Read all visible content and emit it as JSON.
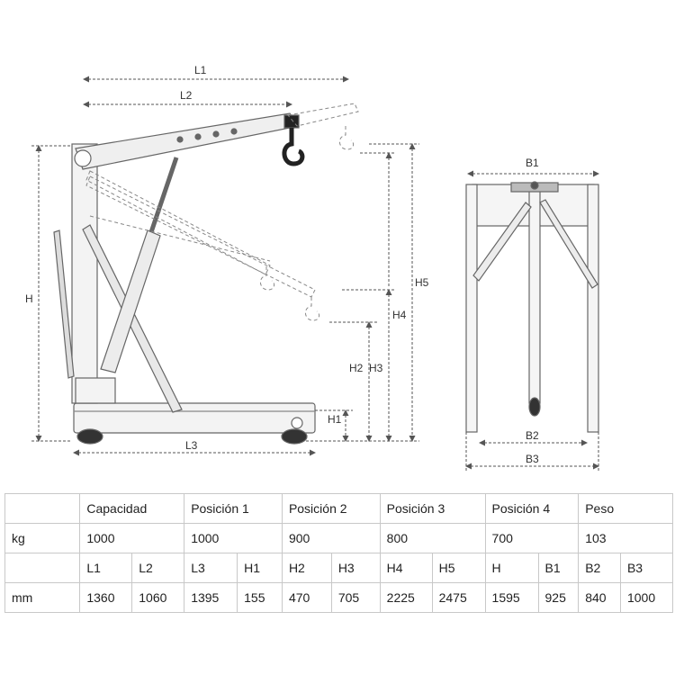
{
  "diagram": {
    "labels": {
      "L1": "L1",
      "L2": "L2",
      "L3": "L3",
      "H": "H",
      "H1": "H1",
      "H2": "H2",
      "H3": "H3",
      "H4": "H4",
      "H5": "H5",
      "B1": "B1",
      "B2": "B2",
      "B3": "B3"
    }
  },
  "table": {
    "row1": [
      "",
      "Capacidad",
      "Posición  1",
      "Posición  2",
      "Posición  3",
      "Posición  4",
      "Peso"
    ],
    "row2": [
      "kg",
      "1000",
      "1000",
      "900",
      "800",
      "700",
      "103"
    ],
    "row3": [
      "",
      "L1",
      "L2",
      "L3",
      "H1",
      "H2",
      "H3",
      "H4",
      "H5",
      "H",
      "B1",
      "B2",
      "B3"
    ],
    "row4": [
      "mm",
      "1360",
      "1060",
      "1395",
      "155",
      "470",
      "705",
      "2225",
      "2475",
      "1595",
      "925",
      "840",
      "1000"
    ]
  }
}
